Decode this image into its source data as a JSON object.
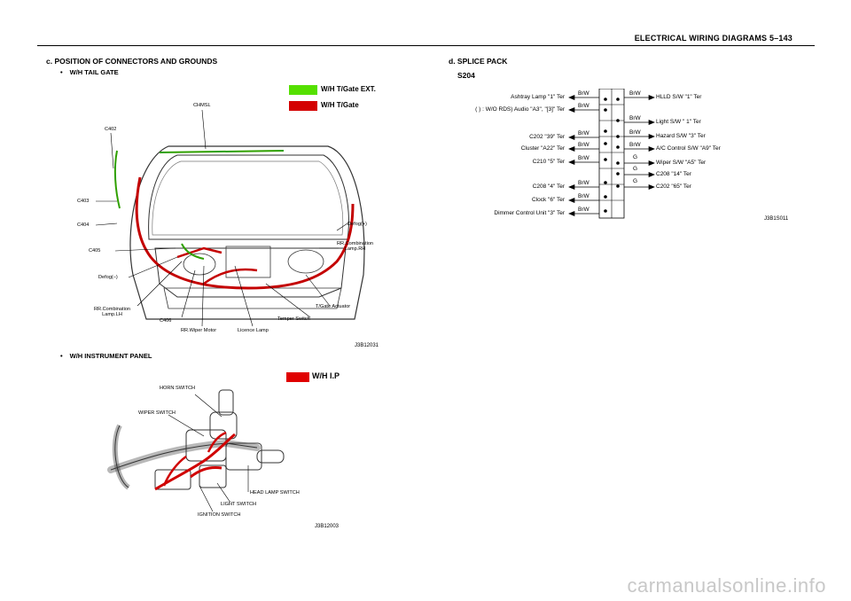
{
  "header": {
    "title": "ELECTRICAL WIRING DIAGRAMS   5–143"
  },
  "section_c": {
    "title": "c. POSITION OF CONNECTORS AND GROUNDS",
    "tailgate": {
      "bullet": "W/H TAIL GATE",
      "legend": [
        {
          "label": "W/H T/Gate EXT.",
          "color": "#55e000"
        },
        {
          "label": "W/H T/Gate",
          "color": "#d40000"
        }
      ],
      "labels": {
        "chmsl": "CHMSL",
        "c402": "C402",
        "c403": "C403",
        "c404": "C404",
        "c405": "C405",
        "defog_minus": "Defog(–)",
        "rr_comb_lh": "RR.Combination\nLamp.LH",
        "c406": "C406",
        "rr_wiper": "RR.Wiper Motor",
        "licence": "Licence Lamp",
        "temper": "Temper Switch",
        "tgate_act": "T/Gate Actuator",
        "rr_comb_rh": "RR.Combination\nLamp.RH",
        "defog_plus": "Defog(+)"
      },
      "figure_id": "J3B12031"
    },
    "instrument": {
      "bullet": "W/H INSTRUMENT PANEL",
      "legend": {
        "label": "W/H I.P",
        "color": "#e00000"
      },
      "labels": {
        "horn": "HORN SWITCH",
        "wiper": "WIPER SWITCH",
        "headlamp": "HEAD LAMP SWITCH",
        "light": "LIGHT SWITCH",
        "ignition": "IGNITION SWITCH"
      },
      "figure_id": "J3B12003"
    }
  },
  "section_d": {
    "title": "d. SPLICE PACK",
    "pack": "S204",
    "left": [
      {
        "label": "Ashtray Lamp  \"1\" Ter",
        "wire": "BrW"
      },
      {
        "label": "(  ) : W/O RDS) Audio  \"A3\", \"[3]\" Ter",
        "wire": "BrW"
      },
      {
        "label": "C202  \"39\" Ter",
        "wire": "BrW"
      },
      {
        "label": "Cluster  \"A22\" Ter",
        "wire": "BrW"
      },
      {
        "label": "C210 \"5\" Ter",
        "wire": "BrW"
      },
      {
        "label": "C208  \"4\" Ter",
        "wire": "BrW"
      },
      {
        "label": "Clock  \"6\" Ter",
        "wire": "BrW"
      },
      {
        "label": "Dimmer Control Unit  \"3\" Ter",
        "wire": "BrW"
      }
    ],
    "right": [
      {
        "label": "HLLD S/W  \"1\" Ter",
        "wire": "BrW"
      },
      {
        "label": "Light S/W  \" 1\" Ter",
        "wire": "BrW"
      },
      {
        "label": "Hazard S/W  \"3\" Ter",
        "wire": "BrW"
      },
      {
        "label": "A/C Control S/W \"A9\" Ter",
        "wire": "BrW"
      },
      {
        "label": "Wiper S/W  \"A5\" Ter",
        "wire": "G"
      },
      {
        "label": "C208  \"14\" Ter",
        "wire": "G"
      },
      {
        "label": "C202  \"65\" Ter",
        "wire": "G"
      }
    ],
    "figure_id": "J3B1S011"
  },
  "watermark": "carmanualsonline.info"
}
